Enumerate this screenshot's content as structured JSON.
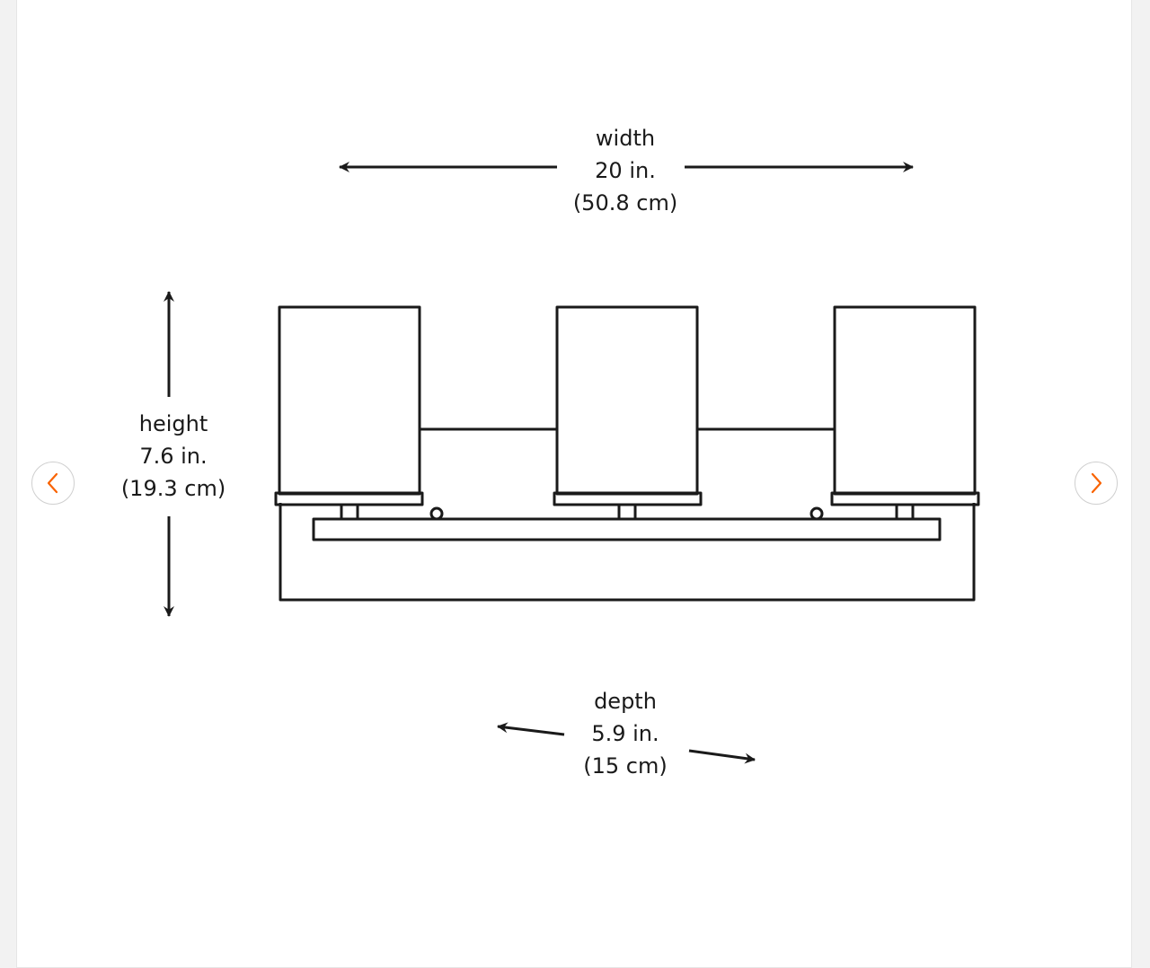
{
  "colors": {
    "line": "#1a1a1a",
    "accent": "#f96302",
    "nav_border": "#cfcfcf"
  },
  "dimensions": {
    "width": {
      "label": "width",
      "imperial": "20 in.",
      "metric": "(50.8 cm)"
    },
    "height": {
      "label": "height",
      "imperial": "7.6 in.",
      "metric": "(19.3 cm)"
    },
    "depth": {
      "label": "depth",
      "imperial": "5.9 in.",
      "metric": "(15 cm)"
    }
  },
  "navigation": {
    "prev_icon": "chevron-left-icon",
    "next_icon": "chevron-right-icon"
  }
}
